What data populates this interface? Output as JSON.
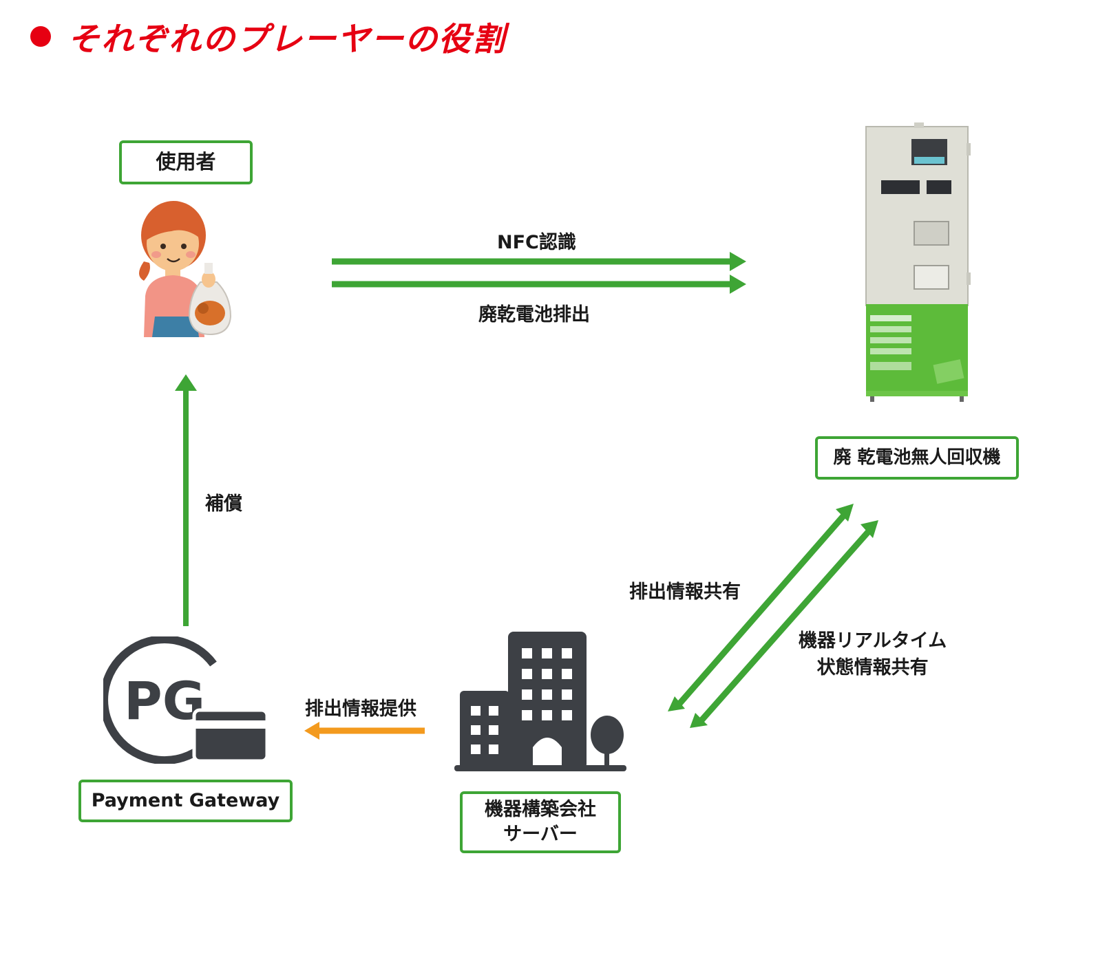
{
  "title": "それぞれのプレーヤーの役割",
  "nodes": {
    "user": "使用者",
    "machine": "廃 乾電池無人回収機",
    "pg": "Payment Gateway",
    "server_line1": "機器構築会社",
    "server_line2": "サーバー"
  },
  "edges": {
    "nfc": "NFC認識",
    "discharge": "廃乾電池排出",
    "compensation": "補償",
    "share_info": "排出情報共有",
    "realtime_line1": "機器リアルタイム",
    "realtime_line2": "状態情報共有",
    "provide_info": "排出情報提供"
  },
  "icons": {
    "pg_logo_text": "PG"
  },
  "colors": {
    "title": "#e60012",
    "green_arrow": "#3ea535",
    "orange_arrow": "#f39a1e",
    "icon_dark": "#3d4045"
  }
}
